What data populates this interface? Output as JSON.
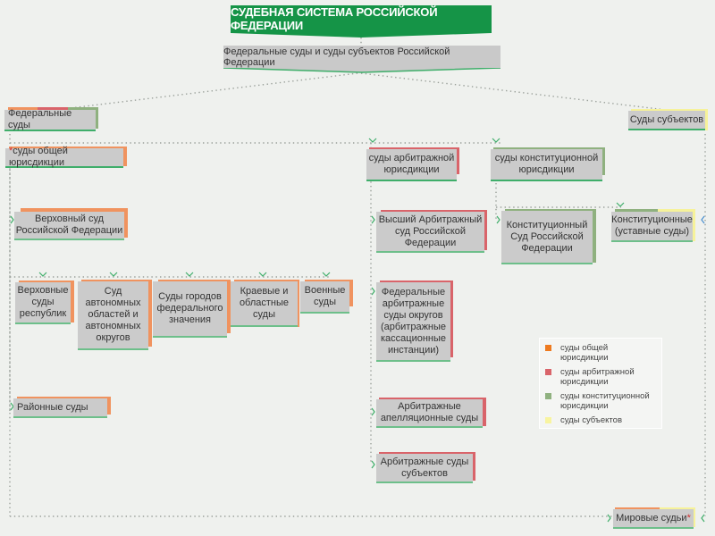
{
  "title": "СУДЕБНАЯ СИСТЕМА РОССИЙСКОЙ ФЕДЕРАЦИИ",
  "subtitle": "Федеральные суды и суды субъектов Российской Федерации",
  "colors": {
    "title_bg": "#159447",
    "general": "#f0935f",
    "arbitration": "#d9646a",
    "constitutional": "#8fb17f",
    "subjects": "#f6f29a",
    "box": "#cbcbcb",
    "underline": "#6dbf8a"
  },
  "branches": {
    "federal": "Федеральные суды",
    "subjects": "Суды субъектов"
  },
  "categories": {
    "general_star": "*",
    "general": "суды общей юрисдикции",
    "arbitration": "суды арбитражной юрисдикции",
    "constitutional": "суды конституционной юрисдикции"
  },
  "general_courts": {
    "supreme": "Верховный суд Российской Федерации",
    "republics": "Верховные суды республик",
    "autonomous": "Суд автономных областей и автономных округов",
    "federal_cities": "Суды городов федерального значения",
    "regional": "Краевые и областные суды",
    "military": "Военные суды",
    "district": "Районные суды"
  },
  "arbitration_courts": {
    "supreme": "Высший Арбитражный суд Российской Федерации",
    "districts": "Федеральные арбитражные суды округов (арбитражные кассационные инстанции)",
    "appeal": "Арбитражные апелляционные суды",
    "subjects": "Арбитражные суды субъектов"
  },
  "constitutional_courts": {
    "federal": "Конституционный Суд Российской Федерации",
    "subjects": "Конституционные (уставные суды)"
  },
  "magistrates": {
    "label": "Мировые судьи",
    "star": "*"
  },
  "legend": [
    {
      "label": "суды общей юрисдикции",
      "color": "#ee7a1f",
      "icon": "square"
    },
    {
      "label": "суды арбитражной юрисдикции",
      "color": "#d9646a",
      "icon": "square"
    },
    {
      "label": "суды конституционной юрисдикции",
      "color": "#8fb17f",
      "icon": "square"
    },
    {
      "label": "суды субъектов",
      "color": "#f8f4a0",
      "icon": "square"
    }
  ]
}
